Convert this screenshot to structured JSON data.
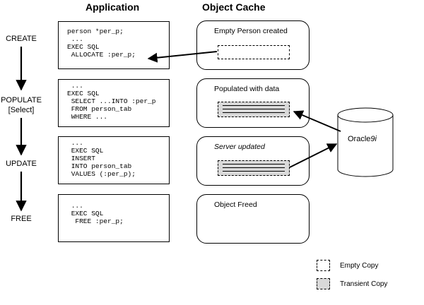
{
  "headers": {
    "application": "Application",
    "object_cache": "Object Cache"
  },
  "stages": [
    {
      "line1": "CREATE",
      "line2": ""
    },
    {
      "line1": "POPULATE",
      "line2": "[Select]"
    },
    {
      "line1": "UPDATE",
      "line2": ""
    },
    {
      "line1": "FREE",
      "line2": ""
    }
  ],
  "code_blocks": [
    [
      "person *per_p;",
      " ...",
      "EXEC SQL",
      " ALLOCATE :per_p;"
    ],
    [
      " ...",
      "EXEC SQL",
      " SELECT ...INTO :per_p",
      " FROM person_tab",
      " WHERE ..."
    ],
    [
      " ...",
      " EXEC SQL",
      " INSERT",
      " INTO person_tab",
      " VALUES (:per_p);"
    ],
    [
      " ...",
      " EXEC SQL",
      "  FREE :per_p;"
    ]
  ],
  "cache_boxes": [
    {
      "title": "Empty Person created",
      "copy": "empty",
      "italic": false
    },
    {
      "title": "Populated with data",
      "copy": "transient",
      "italic": false
    },
    {
      "title": "Server updated",
      "copy": "transient",
      "italic": true
    },
    {
      "title": "Object Freed",
      "copy": "none",
      "italic": false
    }
  ],
  "database": {
    "label_main": "Oracle",
    "label_suffix": "9i"
  },
  "legend": {
    "empty": "Empty Copy",
    "transient": "Transient Copy"
  },
  "colors": {
    "transient_fill": "#d9d9d9",
    "line": "#000000"
  }
}
